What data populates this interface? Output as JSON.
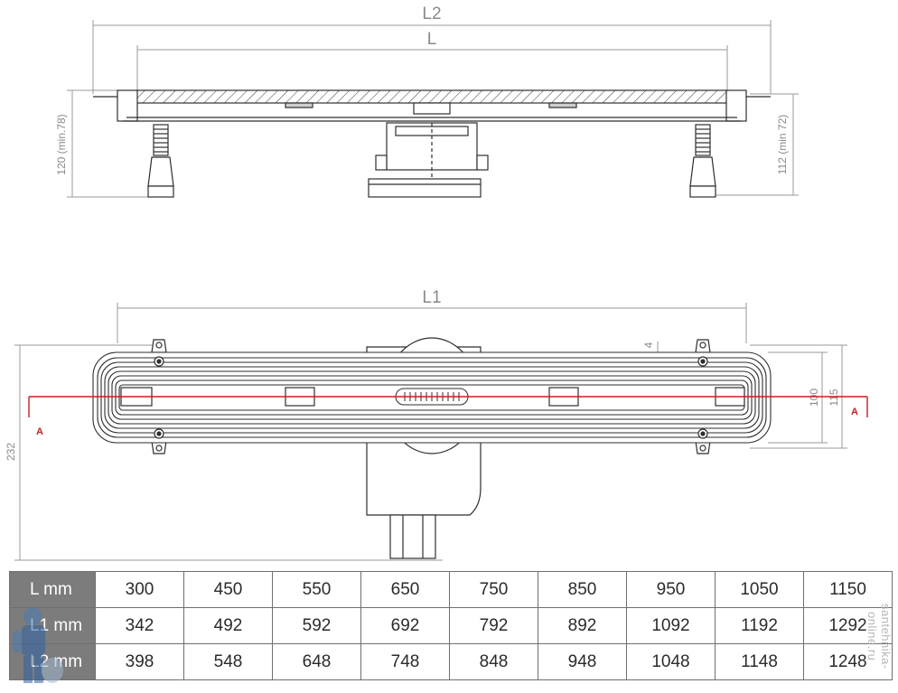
{
  "top_view": {
    "dim_L2": "L2",
    "dim_L": "L",
    "dim_left_height": "120 (min.78)",
    "dim_right_height": "112 (min 72)"
  },
  "plan_view": {
    "dim_L1": "L1",
    "dim_4": "4",
    "dim_100": "100",
    "dim_115": "115",
    "dim_232": "232",
    "section_left": "A",
    "section_right": "A"
  },
  "colors": {
    "outline": "#2e2e2e",
    "dimension": "#9a9a9a",
    "section_line": "#c42020",
    "table_header": "#7c7c7c"
  },
  "table": {
    "rows": [
      {
        "label": "L mm",
        "values": [
          "300",
          "450",
          "550",
          "650",
          "750",
          "850",
          "950",
          "1050",
          "1150"
        ]
      },
      {
        "label": "L1 mm",
        "values": [
          "342",
          "492",
          "592",
          "692",
          "792",
          "892",
          "1092",
          "1192",
          "1292"
        ]
      },
      {
        "label": "L2 mm",
        "values": [
          "398",
          "548",
          "648",
          "748",
          "848",
          "948",
          "1048",
          "1148",
          "1248"
        ]
      }
    ]
  },
  "watermark": {
    "text": "santehnika-online.ru",
    "icon": "plumber-mascot-icon"
  }
}
